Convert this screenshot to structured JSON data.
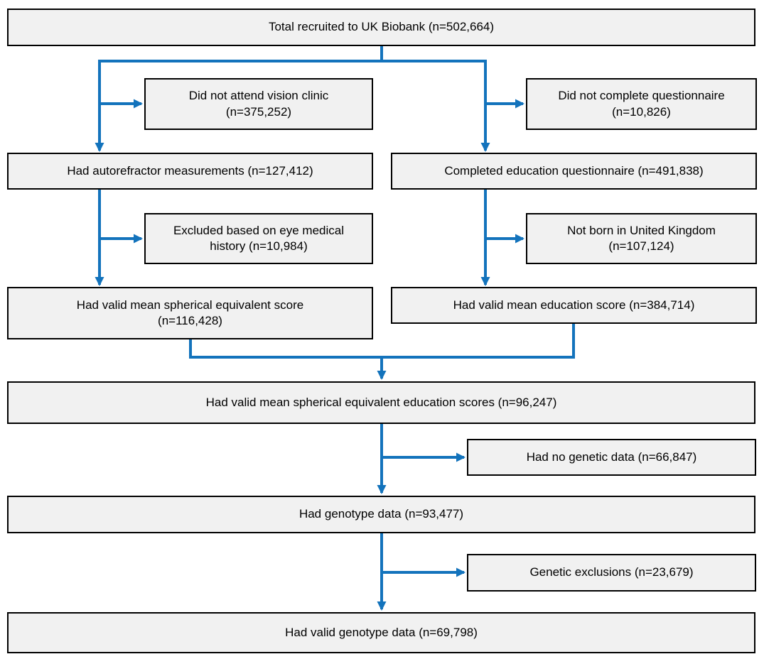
{
  "colors": {
    "arrow": "#1373bc",
    "box_fill": "#f1f1f1",
    "box_border": "#000000",
    "text": "#000000",
    "background": "#ffffff"
  },
  "nodes": {
    "total": {
      "lines": [
        "Total recruited to UK Biobank (n=502,664)"
      ]
    },
    "no_vision": {
      "lines": [
        "Did not attend vision clinic",
        "(n=375,252)"
      ]
    },
    "no_quest": {
      "lines": [
        "Did not complete questionnaire",
        "(n=10,826)"
      ]
    },
    "autorefractor": {
      "lines": [
        "Had autorefractor measurements (n=127,412)"
      ]
    },
    "completed_edu": {
      "lines": [
        "Completed education questionnaire (n=491,838)"
      ]
    },
    "eye_excluded": {
      "lines": [
        "Excluded based on eye medical",
        "history (n=10,984)"
      ]
    },
    "not_born_uk": {
      "lines": [
        "Not born in United Kingdom",
        "(n=107,124)"
      ]
    },
    "valid_sphere": {
      "lines": [
        "Had valid mean spherical equivalent score",
        "(n=116,428)"
      ]
    },
    "valid_edu": {
      "lines": [
        "Had valid mean education score (n=384,714)"
      ]
    },
    "valid_both": {
      "lines": [
        "Had valid mean spherical equivalent education scores (n=96,247)"
      ]
    },
    "no_genetic": {
      "lines": [
        "Had no genetic data (n=66,847)"
      ]
    },
    "genotype": {
      "lines": [
        "Had genotype data (n=93,477)"
      ]
    },
    "genetic_excl": {
      "lines": [
        "Genetic exclusions (n=23,679)"
      ]
    },
    "valid_genotype": {
      "lines": [
        "Had valid genotype data (n=69,798)"
      ]
    }
  }
}
